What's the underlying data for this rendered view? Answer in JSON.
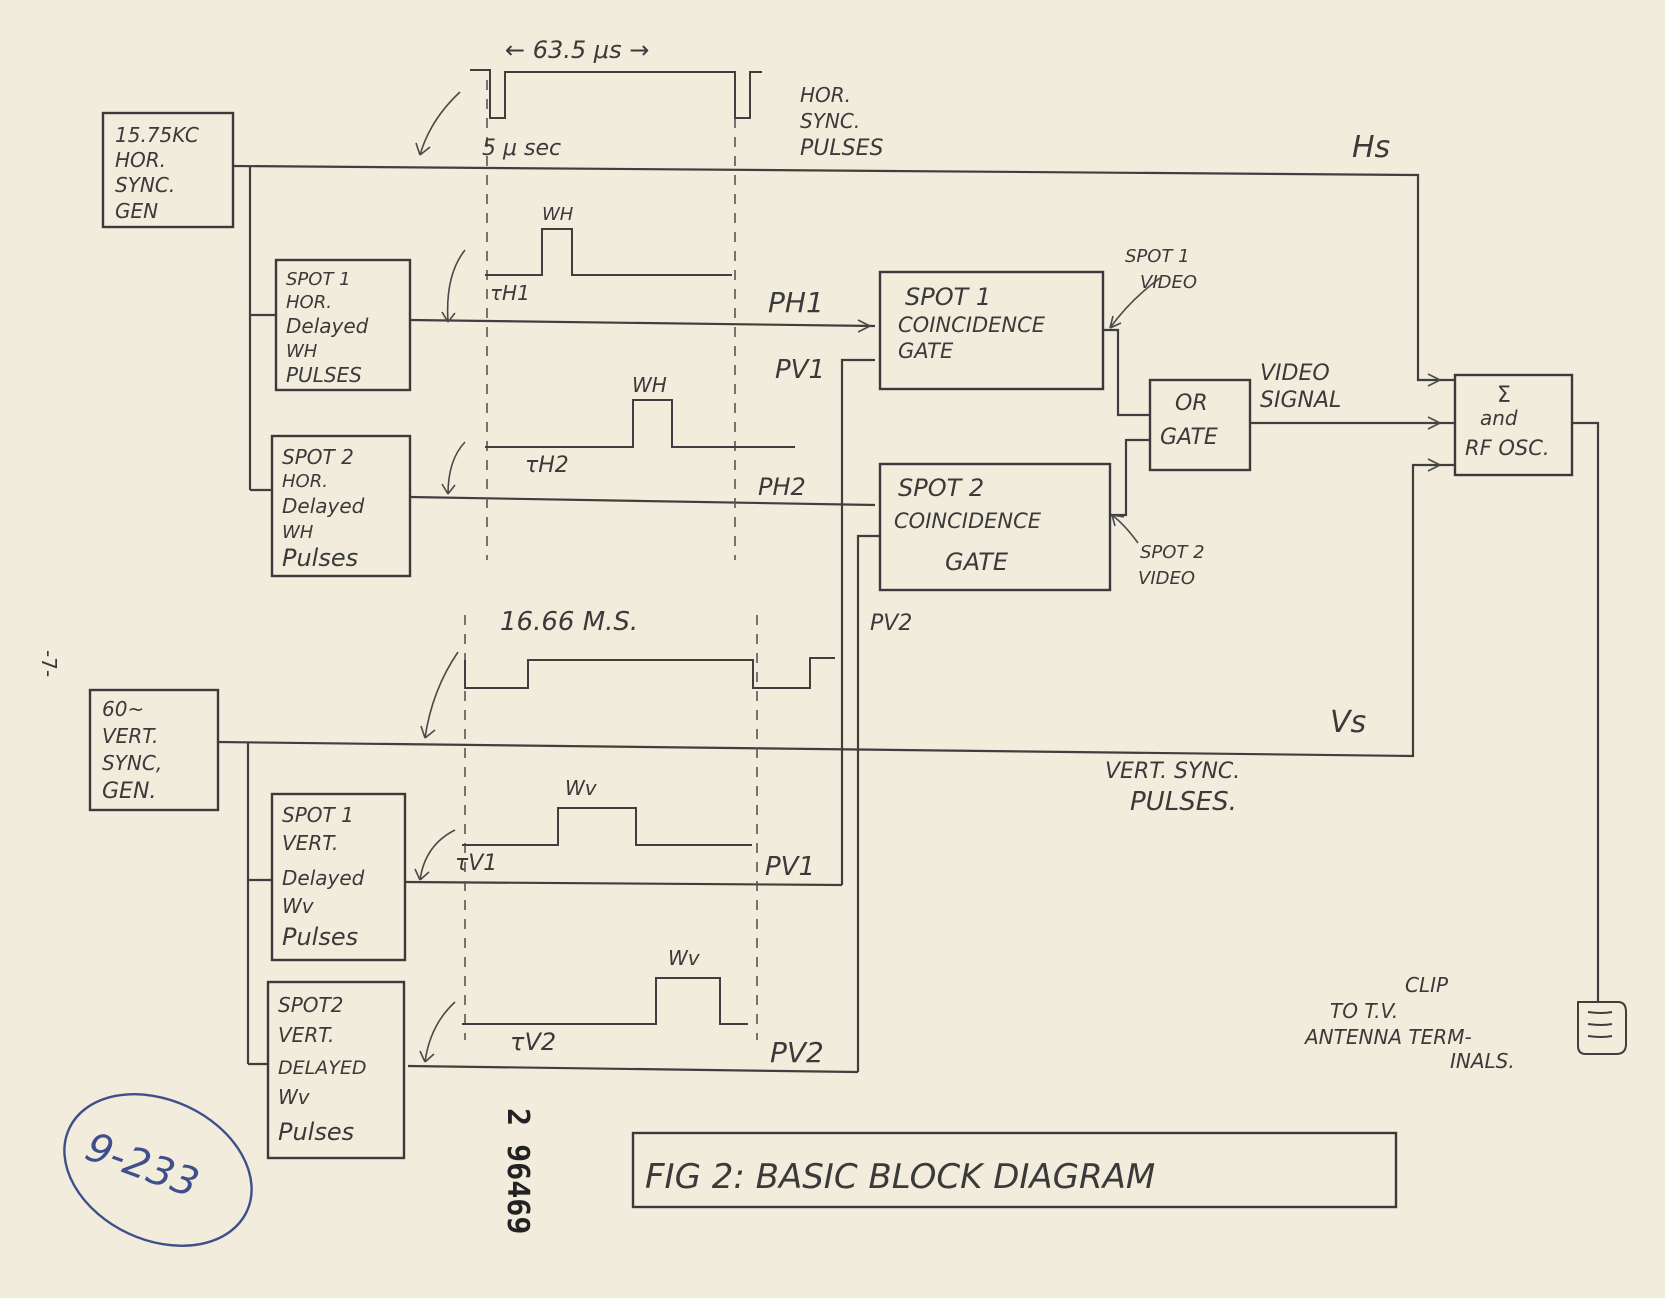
{
  "blocks": {
    "hor_gen": [
      "15.75KC",
      "HOR.",
      "SYNC.",
      "GEN"
    ],
    "vert_gen": [
      "60~",
      "VERT.",
      "SYNC,",
      "GEN."
    ],
    "spot1_hor": [
      "SPOT 1",
      "HOR.",
      "Delayed",
      "WH",
      "PULSES"
    ],
    "spot2_hor": [
      "SPOT 2",
      "HOR.",
      "Delayed",
      "WH",
      "Pulses"
    ],
    "spot1_vert": [
      "SPOT 1",
      "VERT.",
      "Delayed",
      "Wv",
      "Pulses"
    ],
    "spot2_vert": [
      "SPOT2",
      "VERT.",
      "DELAYED",
      "Wv",
      "Pulses"
    ],
    "spot1_gate": [
      "SPOT 1",
      "COINCIDENCE",
      "GATE"
    ],
    "spot2_gate": [
      "SPOT 2",
      "COINCIDENCE",
      "GATE"
    ],
    "or_gate": [
      "OR",
      "GATE"
    ],
    "rf_osc": [
      "Σ",
      "and",
      "RF OSC."
    ]
  },
  "labels": {
    "period_h": "← 63.5 μs →",
    "pulse_width_h": "5 μ sec",
    "hor_sync_pulses": [
      "HOR.",
      "SYNC.",
      "PULSES"
    ],
    "hs": "Hs",
    "vs": "Vs",
    "wh1": "WH",
    "wh2": "WH",
    "th1": "τH1",
    "th2": "τH2",
    "ph1": "PH1",
    "ph2": "PH2",
    "pv1_top": "PV1",
    "pv2_mid": "PV2",
    "pv1_bottom": "PV1",
    "pv2_bottom": "PV2",
    "period_v": "16.66 M.S.",
    "wv1": "Wv",
    "wv2": "Wv",
    "tv1": "τV1",
    "tv2": "τV2",
    "spot1_video": [
      "SPOT 1",
      "VIDEO"
    ],
    "spot2_video": [
      "SPOT 2",
      "VIDEO"
    ],
    "video_signal": [
      "VIDEO",
      "SIGNAL"
    ],
    "vert_sync_pulses": [
      "VERT. SYNC.",
      "PULSES."
    ],
    "clip_note": [
      "CLIP",
      "TO  T.V.",
      "ANTENNA TERM-",
      "INALS."
    ],
    "caption": "FIG 2: BASIC BLOCK DIAGRAM",
    "page_marker": "-7-",
    "circled_note": "9-233",
    "stamp_number": "2 96469"
  }
}
